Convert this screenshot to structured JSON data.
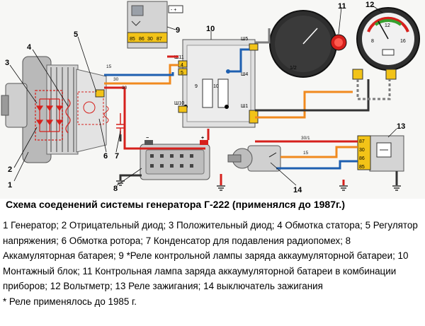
{
  "title": "Схема соеденений системы генератора Г-222 (применялся до 1987г.)",
  "legend": "1 Генератор; 2 Отрицательный диод; 3 Положительный диод; 4 Обмотка статора; 5 Регулятор напряжения; 6 Обмотка ротора; 7 Конденсатор для подавления радиопомех; 8 Аккамуляторная батарея; 9 *Реле контрольной лампы заряда аккаумуляторной батареи; 10 Монтажный блок; 11 Контрольная лампа заряда аккаумуляторной батареи в комбинации приборов; 12 Вольтметр; 13 Реле зажигания; 14 выключатель зажигания",
  "footnote": "* Реле применялось до 1985 г.",
  "callouts": {
    "c1": "1",
    "c2": "2",
    "c3": "3",
    "c4": "4",
    "c5": "5",
    "c6": "6",
    "c7": "7",
    "c8": "8",
    "c9": "9",
    "c10": "10",
    "c11": "11",
    "c12": "12",
    "c13": "13",
    "c14": "14"
  },
  "relay9_pins": [
    "85",
    "86",
    "30",
    "87"
  ],
  "relay13_pins": [
    "87",
    "30",
    "86",
    "85"
  ],
  "block10_pins": {
    "sh11": "Ш11",
    "sh10": "Ш10",
    "sh5": "Ш5",
    "sh4": "Ш4",
    "sh1": "Ш1",
    "n4": "4",
    "n5": "5",
    "n9": "9",
    "n10": "10"
  },
  "wire_labels": {
    "w30a": "30",
    "w30b": "30",
    "w15a": "15",
    "w15b": "15",
    "w301": "30/1"
  },
  "voltmeter_scale": {
    "min": "8",
    "mid": "12",
    "max": "16"
  },
  "colors": {
    "red": "#d6201c",
    "orange": "#f08a1e",
    "blue": "#1e5fb0",
    "yellow": "#f2c318",
    "gray": "#7d7d7d"
  }
}
